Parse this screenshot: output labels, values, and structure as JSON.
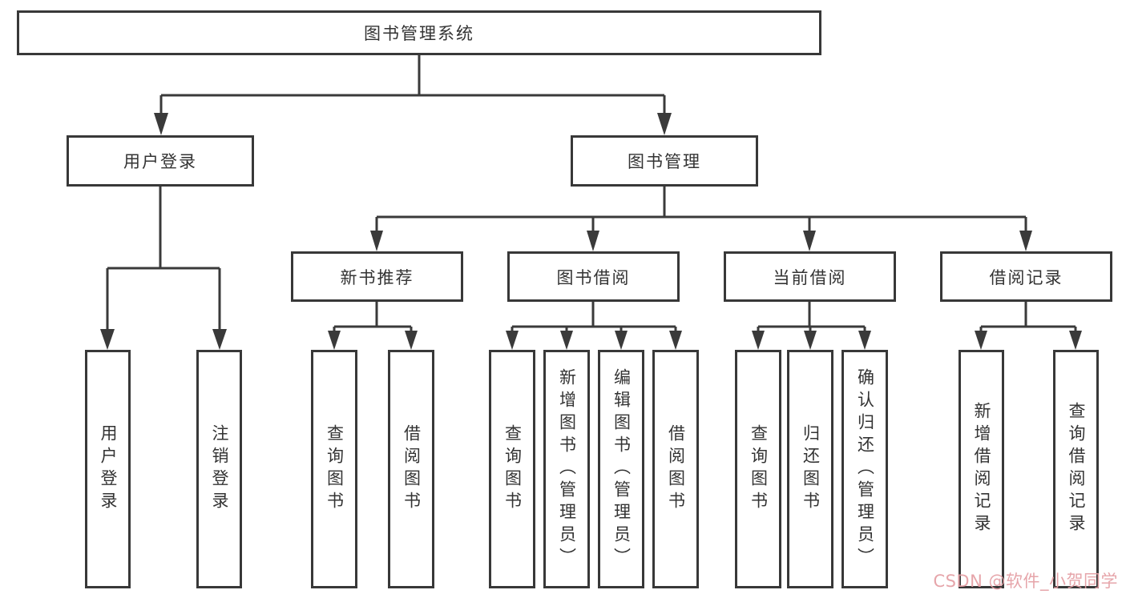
{
  "diagram": {
    "type": "hierarchy-tree",
    "title": "图书管理系统"
  },
  "nodes": {
    "root": {
      "label": "图书管理系统"
    },
    "user_login": {
      "label": "用户登录"
    },
    "book_mgmt": {
      "label": "图书管理"
    },
    "login": {
      "label": "用户登录"
    },
    "logout": {
      "label": "注销登录"
    },
    "new_book_rec": {
      "label": "新书推荐"
    },
    "book_borrow": {
      "label": "图书借阅"
    },
    "current_borrow": {
      "label": "当前借阅"
    },
    "borrow_record": {
      "label": "借阅记录"
    },
    "nb_query_book": {
      "label": "查询图书"
    },
    "nb_borrow_book": {
      "label": "借阅图书"
    },
    "bb_query_book": {
      "label": "查询图书"
    },
    "bb_add_book": {
      "label": "新增图书（管理员）"
    },
    "bb_edit_book": {
      "label": "编辑图书（管理员）"
    },
    "bb_borrow_book": {
      "label": "借阅图书"
    },
    "cb_query_book": {
      "label": "查询图书"
    },
    "cb_return_book": {
      "label": "归还图书"
    },
    "cb_confirm_return": {
      "label": "确认归还（管理员）"
    },
    "br_add_record": {
      "label": "新增借阅记录"
    },
    "br_query_record": {
      "label": "查询借阅记录"
    }
  },
  "hierarchy": {
    "图书管理系统": [
      "用户登录",
      "图书管理"
    ],
    "用户登录": [
      "用户登录",
      "注销登录"
    ],
    "图书管理": [
      "新书推荐",
      "图书借阅",
      "当前借阅",
      "借阅记录"
    ],
    "新书推荐": [
      "查询图书",
      "借阅图书"
    ],
    "图书借阅": [
      "查询图书",
      "新增图书（管理员）",
      "编辑图书（管理员）",
      "借阅图书"
    ],
    "当前借阅": [
      "查询图书",
      "归还图书",
      "确认归还（管理员）"
    ],
    "借阅记录": [
      "新增借阅记录",
      "查询借阅记录"
    ]
  },
  "watermark": {
    "text": "CSDN @软件_小贺同学",
    "color": "#e49da3"
  },
  "colors": {
    "line": "#3a3a3a",
    "box_border": "#383838",
    "text": "#333333",
    "background": "#ffffff"
  }
}
